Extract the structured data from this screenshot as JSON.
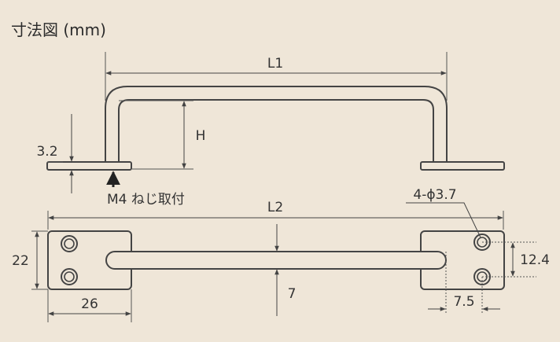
{
  "title": "寸法図 (mm)",
  "labels": {
    "L1": "L1",
    "H": "H",
    "thickness": "3.2",
    "mount_note": "M4 ねじ取付",
    "L2": "L2",
    "hole_spec": "4-ϕ3.7",
    "plate_height": "22",
    "hole_pitch": "12.4",
    "plate_width": "26",
    "rod_offset": "7",
    "hole_offset": "7.5"
  },
  "colors": {
    "background": "#efe6d8",
    "part_fill": "#efe6d8",
    "stroke": "#444444"
  }
}
